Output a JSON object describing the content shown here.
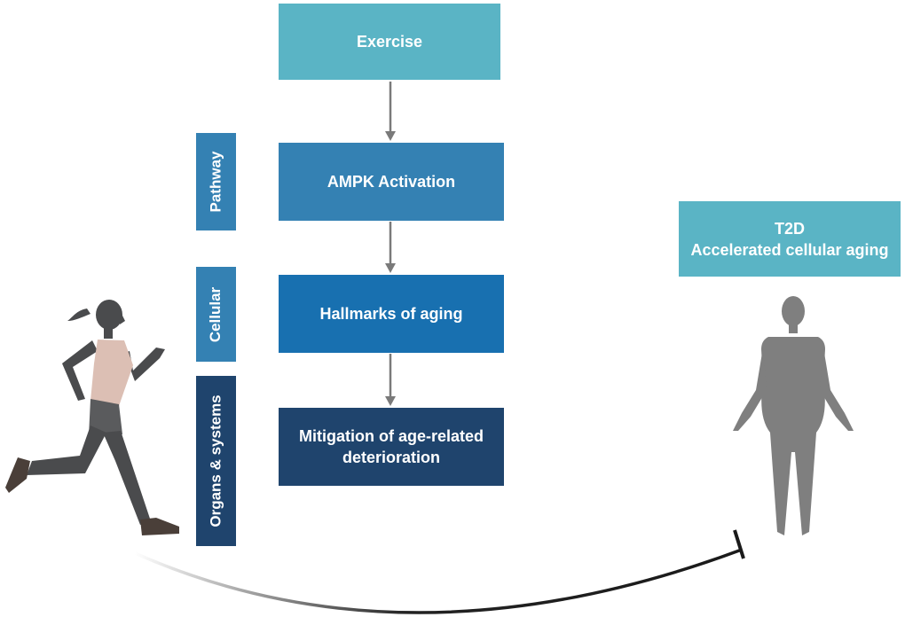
{
  "flow": {
    "exercise": "Exercise",
    "ampk": "AMPK Activation",
    "hallmarks": "Hallmarks of aging",
    "mitigation_line1": "Mitigation of age-related",
    "mitigation_line2": "deterioration"
  },
  "levels": {
    "pathway": "Pathway",
    "cellular": "Cellular",
    "organs": "Organs & systems"
  },
  "condition": {
    "line1": "T2D",
    "line2": "Accelerated cellular aging"
  },
  "figures": {
    "left": "runner-figure",
    "right": "standing-human-figure"
  },
  "relation": "inhibition",
  "colors": {
    "teal": "#5ab4c5",
    "mid_blue": "#3481b3",
    "blue": "#1870b0",
    "navy": "#1f446d",
    "arrow": "#7a7a7a"
  }
}
